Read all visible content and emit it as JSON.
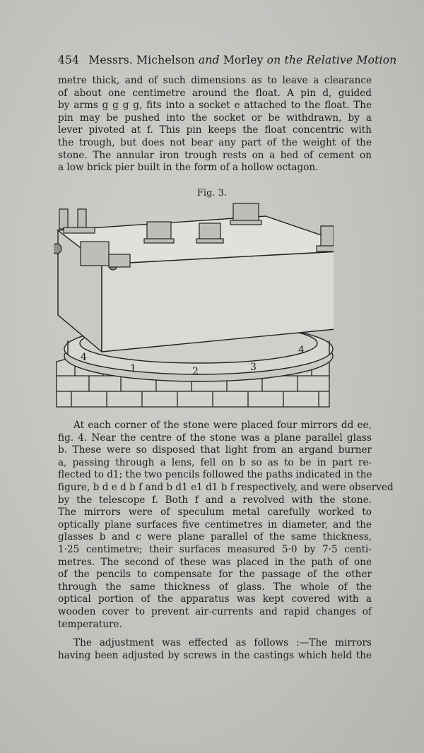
{
  "header": {
    "page_number": "454",
    "prefix": "Messrs. Michelson",
    "and": "and",
    "name2": "Morley",
    "title_italic": "on the Relative Motion"
  },
  "para1": [
    "metre thick, and of such dimensions as to leave a clearance",
    "of about one centimetre around the float. A pin d, guided",
    "by arms g g g g, fits into a socket e attached to the float. The",
    "pin may be pushed into the socket or be withdrawn, by a",
    "lever pivoted at f. This pin keeps the float concentric with",
    "the trough, but does not bear any part of the weight of the",
    "stone. The annular iron trough rests on a bed of cement on",
    "a low brick pier built in the form of a hollow octagon."
  ],
  "figure": {
    "caption": "Fig. 3.",
    "labels": [
      "4",
      "1",
      "2",
      "3",
      "4"
    ]
  },
  "para2": [
    "At each corner of the stone were placed four mirrors dd ee,",
    "fig. 4. Near the centre of the stone was a plane parallel glass",
    "b. These were so disposed that light from an argand burner",
    "a, passing through a lens, fell on b so as to be in part re-",
    "flected to d1; the two pencils followed the paths indicated in the",
    "figure, b d e d b f and b d1 e1 d1 b f respectively, and were observed",
    "by the telescope f. Both f and a revolved with the stone.",
    "The mirrors were of speculum metal carefully worked to",
    "optically plane surfaces five centimetres in diameter, and the",
    "glasses b and c were plane parallel of the same thickness,",
    "1·25 centimetre; their surfaces measured 5·0 by 7·5 centi-",
    "metres. The second of these was placed in the path of one",
    "of the pencils to compensate for the passage of the other",
    "through the same thickness of glass. The whole of the",
    "optical portion of the apparatus was kept covered with a",
    "wooden cover to prevent air-currents and rapid changes of",
    "temperature."
  ],
  "para3": [
    "The adjustment was effected as follows :—The mirrors",
    "having been adjusted by screws in the castings which held the"
  ]
}
